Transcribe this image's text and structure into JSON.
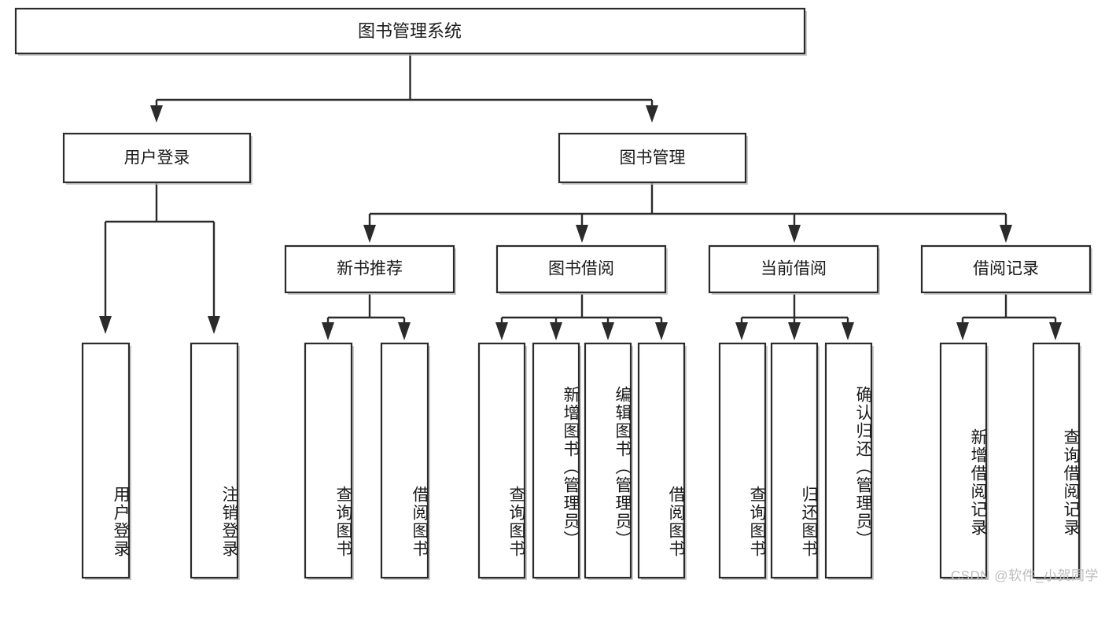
{
  "diagram": {
    "title": "图书管理系统",
    "type": "tree-hierarchy-functional-decomposition",
    "root": {
      "label": "图书管理系统"
    },
    "level1": [
      {
        "label": "用户登录"
      },
      {
        "label": "图书管理"
      }
    ],
    "level2": [
      {
        "label": "新书推荐"
      },
      {
        "label": "图书借阅"
      },
      {
        "label": "当前借阅"
      },
      {
        "label": "借阅记录"
      }
    ],
    "leaves": {
      "user_login": [
        {
          "label": "用户登录"
        },
        {
          "label": "注销登录"
        }
      ],
      "new_book_recommend": [
        {
          "label": "查询图书"
        },
        {
          "label": "借阅图书"
        }
      ],
      "book_borrow": [
        {
          "label": "查询图书"
        },
        {
          "label": "新增图书（管理员）"
        },
        {
          "label": "编辑图书（管理员）"
        },
        {
          "label": "借阅图书"
        }
      ],
      "current_borrow": [
        {
          "label": "查询图书"
        },
        {
          "label": "归还图书"
        },
        {
          "label": "确认归还（管理员）"
        }
      ],
      "borrow_record": [
        {
          "label": "新增借阅记录"
        },
        {
          "label": "查询借阅记录"
        }
      ]
    }
  },
  "watermark": {
    "text": "CSDN @软件_小贺同学"
  },
  "colors": {
    "stroke": "#2b2b2b",
    "box_fill": "#ffffff",
    "shadow": "#b8b8b8",
    "text": "#1a1a1a",
    "watermark": "#bdbdbd",
    "background": "#ffffff"
  }
}
